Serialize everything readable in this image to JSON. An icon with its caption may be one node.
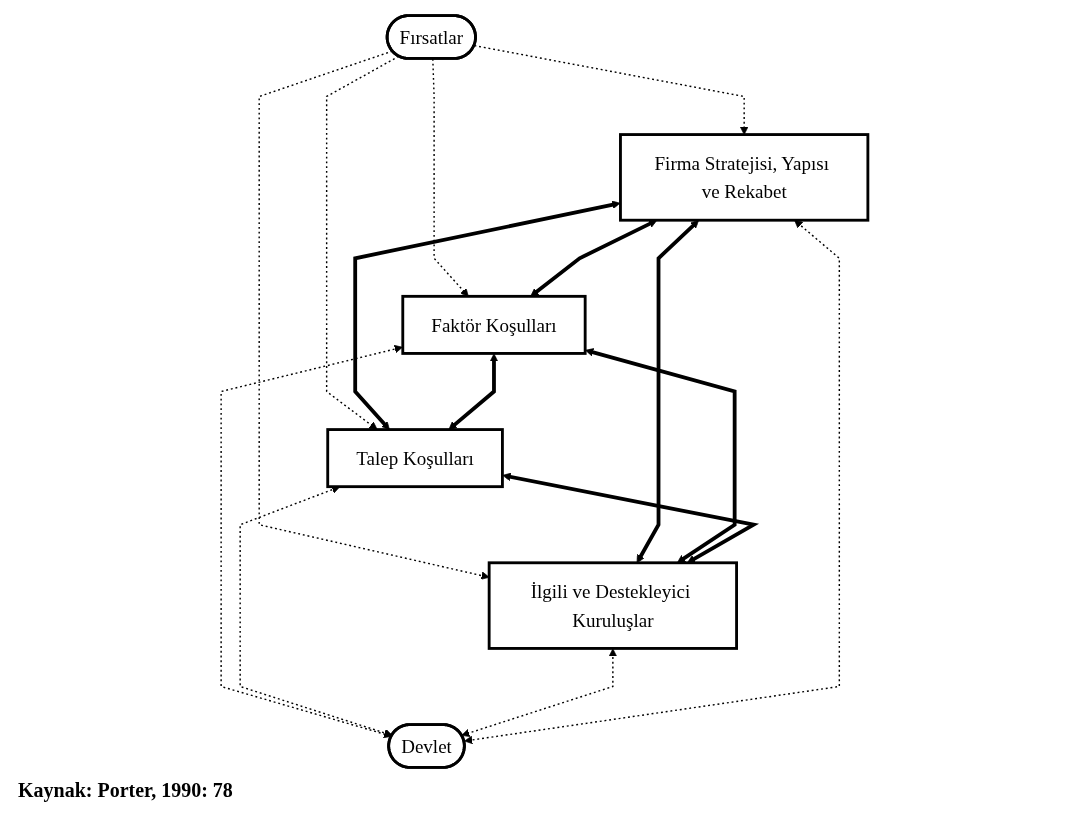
{
  "diagram": {
    "caption": "Kaynak: Porter, 1990: 78",
    "nodes": [
      {
        "text": [
          "Fırsatlar"
        ]
      },
      {
        "text": [
          "Firma Stratejisi, Yapısı ve Rekabet"
        ]
      },
      {
        "text": [
          "Faktör Koşulları"
        ]
      },
      {
        "text": [
          "Talep Koşulları"
        ]
      },
      {
        "text": [
          "İlgili ve Destekleyici Kuruluşlar"
        ]
      },
      {
        "text": [
          "Devlet"
        ]
      }
    ],
    "edges": [
      {
        "from": 0,
        "to": 1,
        "arrow": "to",
        "style": "dashed"
      },
      {
        "from": 0,
        "to": 2,
        "arrow": "to",
        "style": "dashed"
      },
      {
        "from": 0,
        "to": 3,
        "arrow": "to",
        "style": "dashed"
      },
      {
        "from": 0,
        "to": 4,
        "arrow": "to",
        "style": "dashed"
      },
      {
        "from": 1,
        "to": 2,
        "arrow": "both",
        "style": "thick"
      },
      {
        "from": 1,
        "to": 3,
        "arrow": "both",
        "style": "thick"
      },
      {
        "from": 1,
        "to": 4,
        "arrow": "both",
        "style": "thick"
      },
      {
        "from": 2,
        "to": 3,
        "arrow": "both",
        "style": "thick"
      },
      {
        "from": 2,
        "to": 4,
        "arrow": "both",
        "style": "thick"
      },
      {
        "from": 3,
        "to": 4,
        "arrow": "both",
        "style": "thick"
      },
      {
        "from": 5,
        "to": 1,
        "arrow": "both",
        "style": "dashed"
      },
      {
        "from": 2,
        "to": 5,
        "arrow": "both",
        "style": "dashed"
      },
      {
        "from": 3,
        "to": 5,
        "arrow": "both",
        "style": "dashed"
      },
      {
        "from": 4,
        "to": 5,
        "arrow": "both",
        "style": "dashed"
      }
    ]
  }
}
